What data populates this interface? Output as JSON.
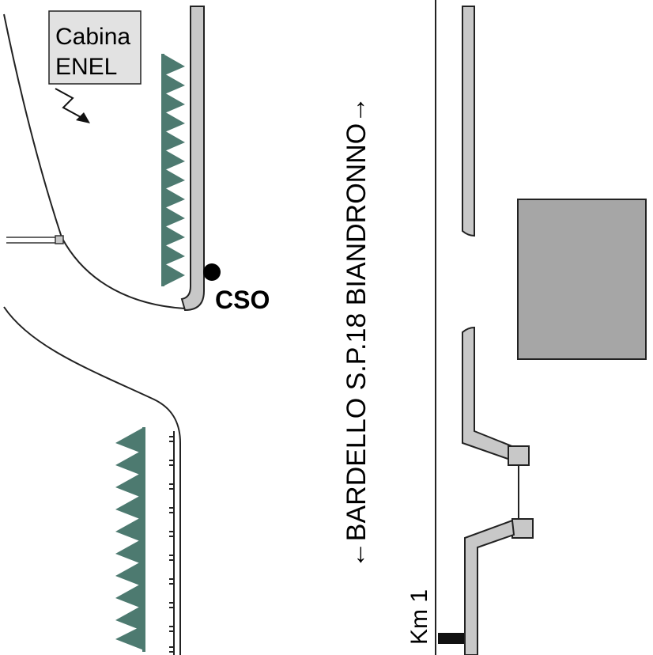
{
  "labels": {
    "cabina_line1": "Cabina",
    "cabina_line2": "ENEL",
    "cso": "CSO",
    "road_name": "←BARDELLO  S.P.18  BIANDRONNO→",
    "km_marker": "Km 1"
  },
  "colors": {
    "hedge": "#4d7a70",
    "building": "#a6a6a6",
    "wall_fill": "#c8c8c8",
    "cabina_fill": "#e2e2e2",
    "line": "#222222"
  },
  "icons": {
    "lightning": "lightning-icon",
    "point": "cso-point-icon"
  }
}
